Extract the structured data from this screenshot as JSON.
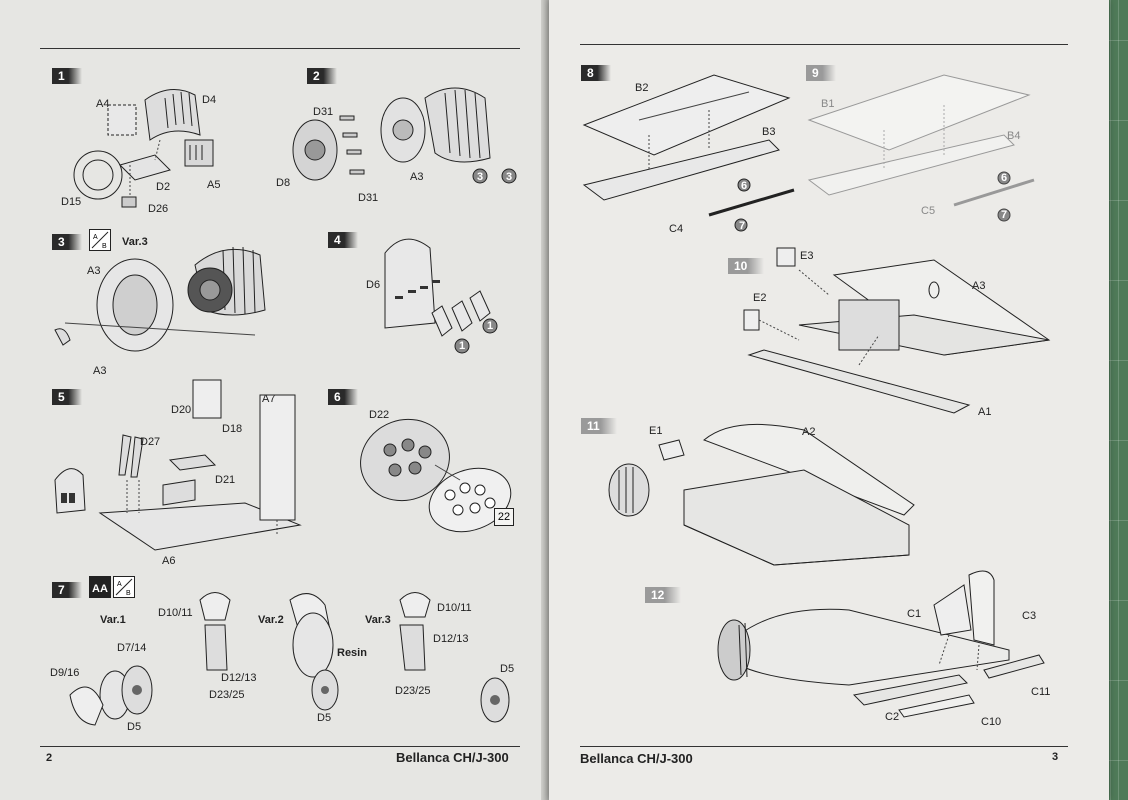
{
  "left_page": {
    "number": "2",
    "footer_title": "Bellanca CH/J-300",
    "steps": [
      {
        "num": "1",
        "labels": [
          "A4",
          "D4",
          "D15",
          "D2",
          "A5",
          "D26"
        ]
      },
      {
        "num": "2",
        "labels": [
          "D31",
          "D8",
          "A3",
          "D31",
          "3",
          "3"
        ]
      },
      {
        "num": "3",
        "variant": "Var.3",
        "labels": [
          "A3",
          "A3"
        ]
      },
      {
        "num": "4",
        "labels": [
          "D6",
          "1",
          "1"
        ]
      },
      {
        "num": "5",
        "labels": [
          "A7",
          "D20",
          "D18",
          "D27",
          "D21",
          "A6"
        ]
      },
      {
        "num": "6",
        "labels": [
          "D22"
        ],
        "ref": "22"
      },
      {
        "num": "7",
        "variants": [
          "Var.1",
          "Var.2",
          "Var.3"
        ],
        "labels": [
          "D10/11",
          "D7/14",
          "D12/13",
          "D9/16",
          "D23/25",
          "D5",
          "Resin",
          "D5",
          "D10/11",
          "D12/13",
          "D23/25",
          "D5"
        ]
      }
    ],
    "icon_ab": "A/B variant icon",
    "icon_aa": "AA variant icon"
  },
  "right_page": {
    "number": "3",
    "footer_title": "Bellanca CH/J-300",
    "steps": [
      {
        "num": "8",
        "labels": [
          "B2",
          "B3",
          "6",
          "C4",
          "7"
        ]
      },
      {
        "num": "9",
        "labels": [
          "B1",
          "B4",
          "6",
          "C5",
          "7"
        ]
      },
      {
        "num": "10",
        "labels": [
          "E3",
          "A3",
          "E2",
          "A1"
        ]
      },
      {
        "num": "11",
        "labels": [
          "E1",
          "A2"
        ]
      },
      {
        "num": "12",
        "labels": [
          "C1",
          "C3",
          "C11",
          "C2",
          "C10"
        ]
      }
    ]
  },
  "colors": {
    "mat": "#4f7a58",
    "paper": "#e9e9e6",
    "ink": "#222222",
    "step_dark": "#2a2a2a",
    "step_gray": "#9a9a9a"
  }
}
